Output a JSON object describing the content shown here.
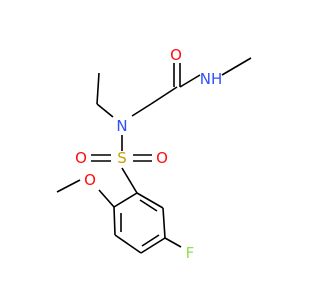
{
  "atom_labels": {
    "o_carbonyl": "O",
    "nh": "NH",
    "n_amine": "N",
    "sulfur": "S",
    "o_sulfonyl_left": "O",
    "o_sulfonyl_right": "O",
    "o_methoxy": "O",
    "fluorine": "F"
  },
  "colors": {
    "bond": "#000000",
    "oxygen": "#ff0d0d",
    "nitrogen": "#3050f8",
    "sulfur": "#c8a000",
    "fluorine": "#90e050"
  }
}
